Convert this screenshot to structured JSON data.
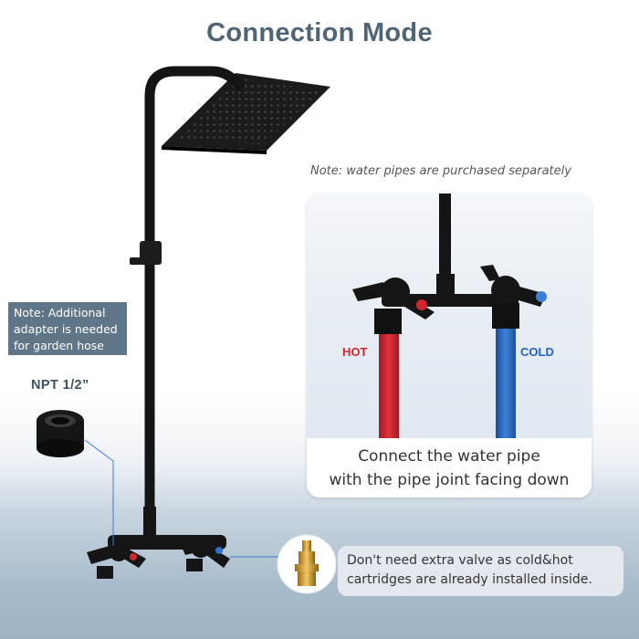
{
  "title": "Connection Mode",
  "note_top": "Note: water pipes are purchased separately",
  "left_note": [
    "Note: Additional",
    "adapter is needed",
    "for garden hose"
  ],
  "npt_label": "NPT 1/2”",
  "card": {
    "hot_label": "HOT",
    "cold_label": "COLD",
    "caption": [
      "Connect the water pipe",
      "with the pipe joint facing down"
    ]
  },
  "bottom_note": [
    "Don't need extra valve as cold&hot",
    "cartridges are already installed inside."
  ],
  "colors": {
    "title": "#4e6577",
    "hot": "#d0252f",
    "cold": "#2363c2",
    "note_box": "#5f7689"
  },
  "icons": [
    "shower-head-icon",
    "adapter-fitting-icon",
    "brass-cartridge-icon",
    "hot-pipe-icon",
    "cold-pipe-icon"
  ]
}
